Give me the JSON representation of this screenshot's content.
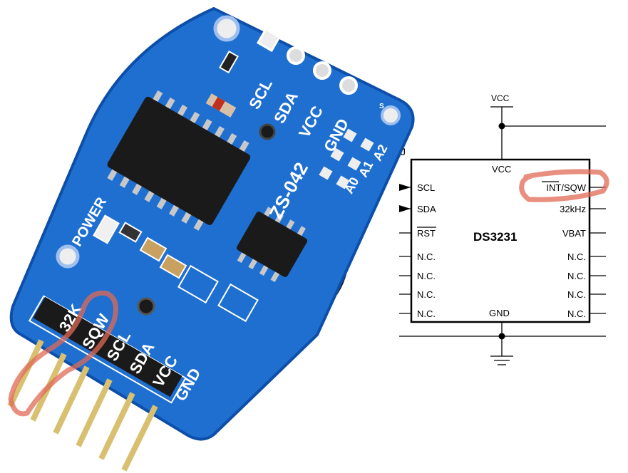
{
  "module": {
    "pin_labels": [
      "32K",
      "SQW",
      "SCL",
      "SDA",
      "VCC",
      "GND"
    ],
    "top_pin_labels": [
      "SCL",
      "SDA",
      "VCC",
      "GND"
    ],
    "board_label": "ZS-042",
    "power_label": "POWER",
    "addr_labels": [
      "A0",
      "A1",
      "A2"
    ],
    "small_mark": "S"
  },
  "schematic": {
    "chip_name": "DS3231",
    "ref_label": "J",
    "vcc_supply": "VCC",
    "vcc_pin": "VCC",
    "gnd_pin": "GND",
    "left_pins": [
      "SCL",
      "SDA",
      "RST",
      "N.C.",
      "N.C.",
      "N.C.",
      "N.C."
    ],
    "right_pins": [
      "INT/SQW",
      "32kHz",
      "VBAT",
      "N.C.",
      "N.C.",
      "N.C.",
      "N.C."
    ]
  },
  "colors": {
    "pcb": "#1f6fd0",
    "pcb_dark": "#0d4ea8",
    "silk": "#ffffff",
    "chip": "#1a1a1a",
    "highlight": "#e06a55"
  }
}
